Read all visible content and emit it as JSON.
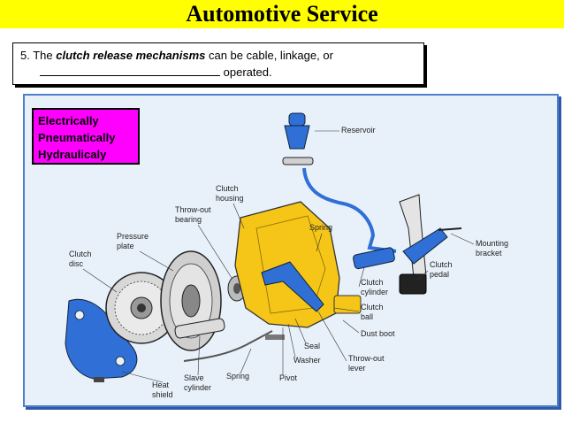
{
  "title": "Automotive Service",
  "question": {
    "number": "5.",
    "pre": "The",
    "emphasis": "clutch release mechanisms",
    "post": "can be cable, linkage, or",
    "end": "operated."
  },
  "answers": [
    "Electrically",
    "Pneumatically",
    "Hydraulicaly"
  ],
  "labels": {
    "reservoir": "Reservoir",
    "clutch_housing_1": "Clutch",
    "clutch_housing_2": "housing",
    "throwout_bearing_1": "Throw-out",
    "throwout_bearing_2": "bearing",
    "pressure_plate_1": "Pressure",
    "pressure_plate_2": "plate",
    "clutch_disc_1": "Clutch",
    "clutch_disc_2": "disc",
    "spring_top": "Spring",
    "mounting_bracket_1": "Mounting",
    "mounting_bracket_2": "bracket",
    "clutch_pedal_1": "Clutch",
    "clutch_pedal_2": "pedal",
    "clutch_cylinder_1": "Clutch",
    "clutch_cylinder_2": "cylinder",
    "clutch_ball_1": "Clutch",
    "clutch_ball_2": "ball",
    "dust_boot": "Dust boot",
    "throwout_lever_1": "Throw-out",
    "throwout_lever_2": "lever",
    "seal": "Seal",
    "washer": "Washer",
    "pivot": "Pivot",
    "spring_bottom": "Spring",
    "slave_cylinder_1": "Slave",
    "slave_cylinder_2": "cylinder",
    "heat_shield_1": "Heat",
    "heat_shield_2": "shield"
  },
  "colors": {
    "title_bg": "#ffff00",
    "answer_bg": "#ff00ff",
    "housing": "#f5c518",
    "blue_parts": "#2f6fd6",
    "diagram_bg": "#e8f1fa"
  }
}
